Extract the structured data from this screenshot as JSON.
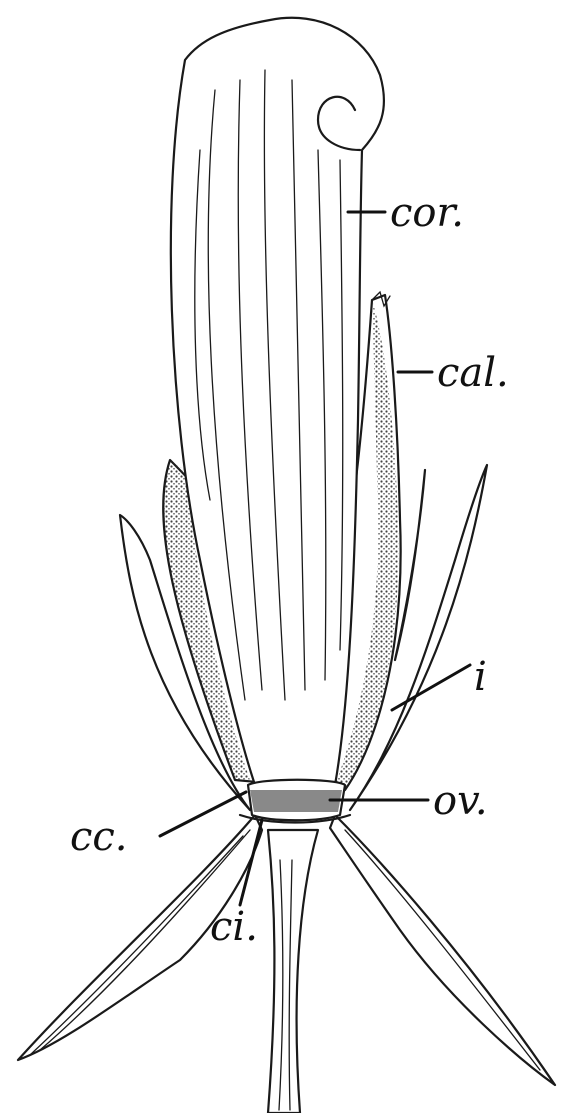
{
  "figure": {
    "labels": {
      "cor": "cor.",
      "cal": "cal.",
      "i": "i",
      "ov": "ov.",
      "cc": "cc.",
      "ci": "ci."
    }
  }
}
